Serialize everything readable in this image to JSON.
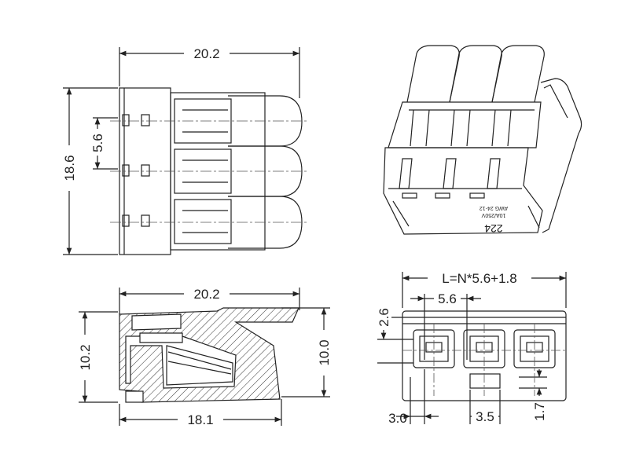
{
  "drawing": {
    "top_view": {
      "width_dim": "20.2",
      "height_dim": "18.6",
      "pitch_dim": "5.6"
    },
    "iso_view": {
      "marking_line1": "224",
      "marking_line2": "10A/250V",
      "marking_line3": "AWG 24-12"
    },
    "side_view": {
      "width_dim": "20.2",
      "base_dim": "18.1",
      "left_height_dim": "10.2",
      "right_height_dim": "10.0"
    },
    "front_view": {
      "length_formula": "L=N*5.6+1.8",
      "pitch_dim": "5.6",
      "height_dim": "2.6",
      "left_offset_dim": "3.0",
      "hole_dim": "3.5",
      "bottom_dim": "1.7"
    },
    "colors": {
      "line": "#222222",
      "background": "#ffffff"
    }
  }
}
